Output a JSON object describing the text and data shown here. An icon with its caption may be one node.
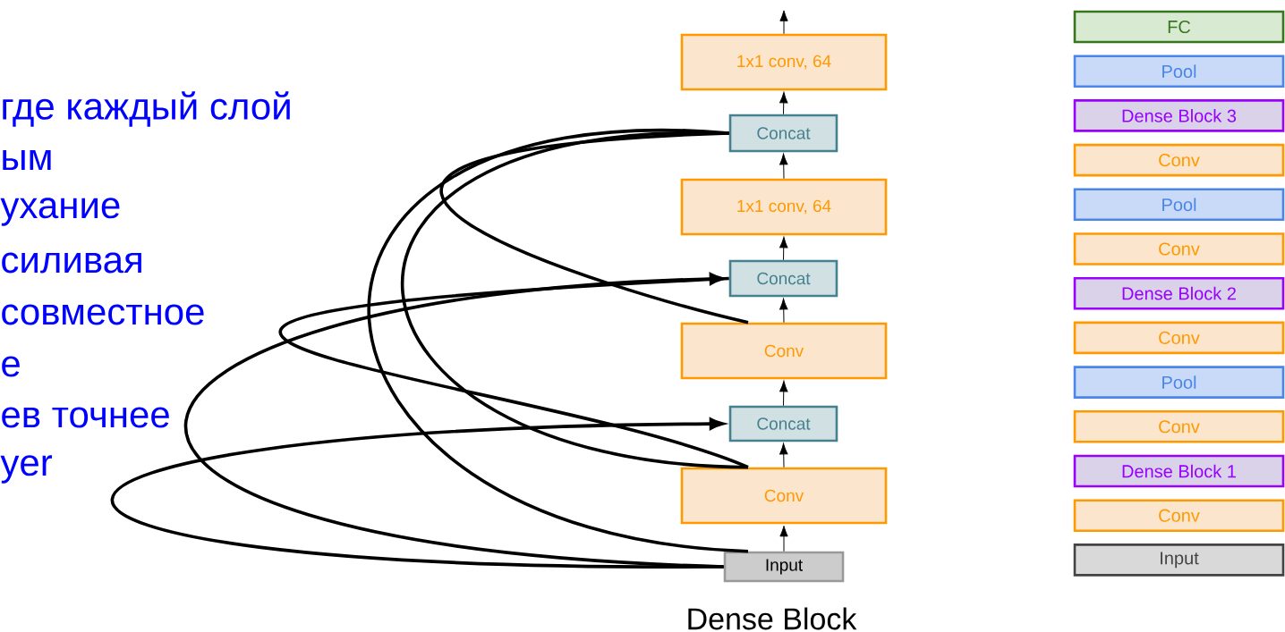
{
  "diagram": {
    "nodes": [
      {
        "text": [
          "1x1 conv, 64"
        ]
      },
      {
        "text": [
          "Concat"
        ]
      },
      {
        "text": [
          "1x1 conv, 64"
        ]
      },
      {
        "text": [
          "Concat"
        ]
      },
      {
        "text": [
          "Conv"
        ]
      },
      {
        "text": [
          "Concat"
        ]
      },
      {
        "text": [
          "Conv"
        ]
      },
      {
        "text": [
          "Input"
        ]
      },
      {
        "text": [
          "FC"
        ]
      },
      {
        "text": [
          "Pool"
        ]
      },
      {
        "text": [
          "Dense Block 3"
        ]
      },
      {
        "text": [
          "Conv"
        ]
      },
      {
        "text": [
          "Pool"
        ]
      },
      {
        "text": [
          "Conv"
        ]
      },
      {
        "text": [
          "Dense Block 2"
        ]
      },
      {
        "text": [
          "Conv"
        ]
      },
      {
        "text": [
          "Pool"
        ]
      },
      {
        "text": [
          "Conv"
        ]
      },
      {
        "text": [
          "Dense Block 1"
        ]
      },
      {
        "text": [
          "Conv"
        ]
      },
      {
        "text": [
          "Input"
        ]
      }
    ],
    "edges": [
      {
        "from": 7,
        "to": 6,
        "arrow": "to"
      },
      {
        "from": 6,
        "to": 5,
        "arrow": "to"
      },
      {
        "from": 5,
        "to": 4,
        "arrow": "to"
      },
      {
        "from": 4,
        "to": 3,
        "arrow": "to"
      },
      {
        "from": 3,
        "to": 2,
        "arrow": "to"
      },
      {
        "from": 2,
        "to": 1,
        "arrow": "to"
      },
      {
        "from": 1,
        "to": 0,
        "arrow": "to"
      },
      {
        "from": 0,
        "to": null,
        "arrow": "to"
      },
      {
        "from": 7,
        "to": 5,
        "arrow": "to",
        "style": "thick"
      },
      {
        "from": 7,
        "to": 3,
        "arrow": "to",
        "style": "thick"
      },
      {
        "from": 7,
        "to": 1,
        "arrow": "none",
        "style": "thick"
      },
      {
        "from": 6,
        "to": 3,
        "arrow": "none",
        "style": "thick"
      },
      {
        "from": 6,
        "to": 1,
        "arrow": "none",
        "style": "thick"
      },
      {
        "from": 4,
        "to": 1,
        "arrow": "none",
        "style": "thick"
      }
    ],
    "labels": [
      "где каждый слой",
      "ым",
      "ухание",
      "силивая",
      "совместное",
      "е",
      "ев точнее",
      "yer",
      "Dense Block"
    ]
  }
}
